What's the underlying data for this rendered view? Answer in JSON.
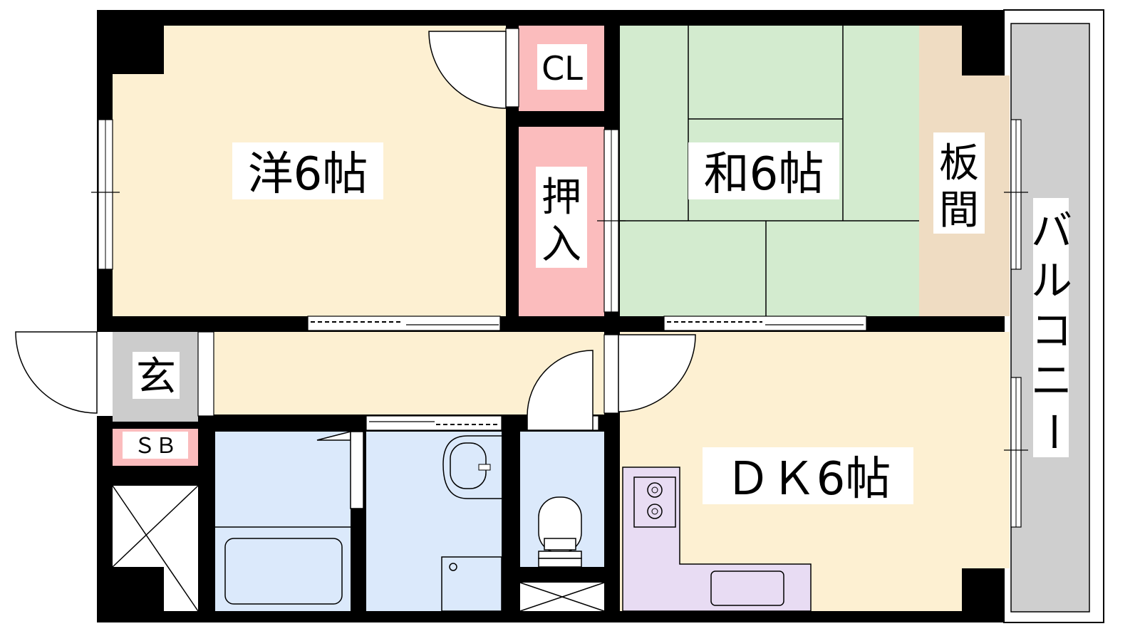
{
  "rooms": {
    "western": {
      "label": "洋6帖"
    },
    "closet": {
      "label": "CL"
    },
    "oshiire": {
      "label_top": "押",
      "label_bottom": "入"
    },
    "japanese": {
      "label": "和6帖"
    },
    "itama": {
      "label_top": "板",
      "label_bottom": "間"
    },
    "balcony": {
      "label_chars": [
        "バ",
        "ル",
        "コ",
        "ニ",
        "ー"
      ]
    },
    "genkan": {
      "label": "玄"
    },
    "shoe_box": {
      "label": "ＳＢ"
    },
    "dk": {
      "label": "ＤＫ6帖"
    }
  },
  "colors": {
    "wall": "#000000",
    "western_floor": "#fdf0d2",
    "japanese_tatami": "#d3ebcf",
    "itama_floor": "#efdcc2",
    "closet_pink": "#fbbcbd",
    "genkan_gray": "#cccccc",
    "bath_blue": "#dbe9fb",
    "kitchen_lavender": "#e8dcf3",
    "balcony_gray": "#cfcfcf"
  }
}
